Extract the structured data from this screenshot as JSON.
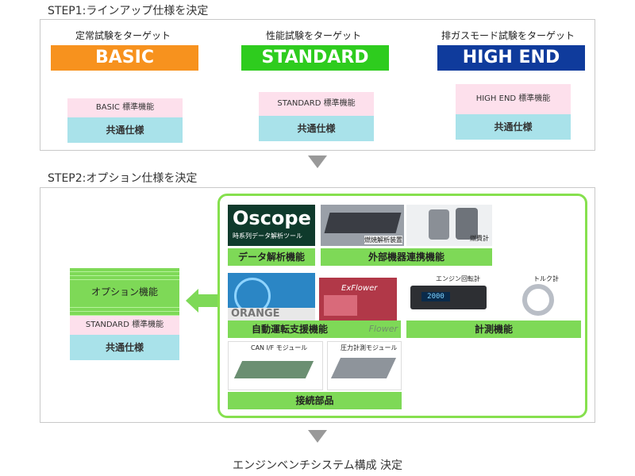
{
  "step1": {
    "title": "STEP1:ラインアップ仕様を決定",
    "tiers": [
      {
        "caption": "定常試験をターゲット",
        "name": "BASIC",
        "color": "#f7921e",
        "standard": "BASIC 標準機能",
        "common": "共通仕様"
      },
      {
        "caption": "性能試験をターゲット",
        "name": "STANDARD",
        "color": "#2ecc1e",
        "standard": "STANDARD 標準機能",
        "common": "共通仕様"
      },
      {
        "caption": "排ガスモード試験をターゲット",
        "name": "HIGH END",
        "color": "#0f3b9c",
        "standard": "HIGH END 標準機能",
        "common": "共通仕様"
      }
    ]
  },
  "step2": {
    "title": "STEP2:オプション仕様を決定",
    "left_stack": {
      "option": "オプション機能",
      "standard": "STANDARD 標準機能",
      "common": "共通仕様"
    },
    "options": {
      "data_analysis": {
        "logo": "Oscope",
        "subtitle": "時系列データ解析ツール",
        "label": "データ解析機能"
      },
      "external": {
        "label": "外部機器連携機能",
        "item1": "燃焼解析装置",
        "item2": "燃費計"
      },
      "auto": {
        "label": "自動運転支援機能",
        "logo": "ORANGE",
        "logo2": "ExFlower",
        "logo3": "Flower"
      },
      "measure": {
        "label": "計測機能",
        "item1": "エンジン回転計",
        "item2": "トルク計",
        "display": "2000"
      },
      "connect": {
        "label": "接続部品",
        "item1": "CAN I/F モジュール",
        "item2": "圧力計測モジュール"
      }
    }
  },
  "result": "エンジンベンチシステム構成 決定"
}
